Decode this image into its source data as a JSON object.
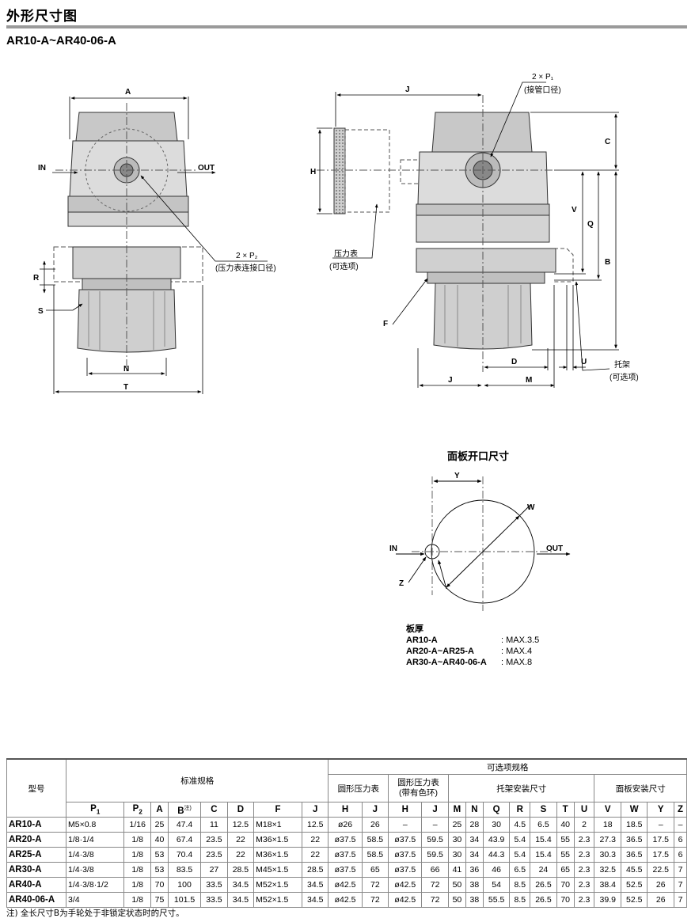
{
  "header": {
    "title": "外形尺寸图",
    "subtitle": "AR10-A~AR40-06-A"
  },
  "drawing": {
    "front": {
      "a": "A",
      "in": "IN",
      "out": "OUT",
      "r": "R",
      "s": "S",
      "n": "N",
      "t": "T",
      "p2": "2 × P₂",
      "p2_note": "(压力表连接口径)"
    },
    "side": {
      "j": "J",
      "h": "H",
      "c": "C",
      "v": "V",
      "q": "Q",
      "b": "B",
      "f": "F",
      "d": "D",
      "u": "U",
      "m": "M",
      "j2": "J",
      "p1": "2 × P₁",
      "p1_note": "(接管口径)",
      "gauge": "压力表",
      "gauge_note": "(可选项)",
      "bracket": "托架",
      "bracket_note": "(可选项)"
    },
    "panel": {
      "title": "面板开口尺寸",
      "y": "Y",
      "w": "W",
      "z": "Z",
      "in": "IN",
      "out": "OUT"
    }
  },
  "thickness": {
    "heading": "板厚",
    "rows": [
      {
        "model": "AR10-A",
        "value": ": MAX.3.5"
      },
      {
        "model": "AR20-A~AR25-A",
        "value": ": MAX.4"
      },
      {
        "model": "AR30-A~AR40-06-A",
        "value": ": MAX.8"
      }
    ]
  },
  "table": {
    "model_header": "型号",
    "std_header": "标准规格",
    "opt_header": "可选项规格",
    "round_gauge": "圆形压力表",
    "round_gauge_color": "圆形压力表\n(带有色环)",
    "bracket_dims": "托架安装尺寸",
    "panel_dims": "面板安装尺寸",
    "cols": [
      "P1",
      "P2",
      "A",
      "B",
      "C",
      "D",
      "F",
      "J",
      "H",
      "J",
      "H",
      "J",
      "M",
      "N",
      "Q",
      "R",
      "S",
      "T",
      "U",
      "V",
      "W",
      "Y",
      "Z"
    ],
    "b_note": "注)",
    "rows": [
      [
        "AR10-A",
        "M5×0.8",
        "1/16",
        "25",
        "47.4",
        "11",
        "12.5",
        "M18×1",
        "12.5",
        "ø26",
        "26",
        "–",
        "–",
        "25",
        "28",
        "30",
        "4.5",
        "6.5",
        "40",
        "2",
        "18",
        "18.5",
        "–",
        "–"
      ],
      [
        "AR20-A",
        "1/8·1/4",
        "1/8",
        "40",
        "67.4",
        "23.5",
        "22",
        "M36×1.5",
        "22",
        "ø37.5",
        "58.5",
        "ø37.5",
        "59.5",
        "30",
        "34",
        "43.9",
        "5.4",
        "15.4",
        "55",
        "2.3",
        "27.3",
        "36.5",
        "17.5",
        "6"
      ],
      [
        "AR25-A",
        "1/4·3/8",
        "1/8",
        "53",
        "70.4",
        "23.5",
        "22",
        "M36×1.5",
        "22",
        "ø37.5",
        "58.5",
        "ø37.5",
        "59.5",
        "30",
        "34",
        "44.3",
        "5.4",
        "15.4",
        "55",
        "2.3",
        "30.3",
        "36.5",
        "17.5",
        "6"
      ],
      [
        "AR30-A",
        "1/4·3/8",
        "1/8",
        "53",
        "83.5",
        "27",
        "28.5",
        "M45×1.5",
        "28.5",
        "ø37.5",
        "65",
        "ø37.5",
        "66",
        "41",
        "36",
        "46",
        "6.5",
        "24",
        "65",
        "2.3",
        "32.5",
        "45.5",
        "22.5",
        "7"
      ],
      [
        "AR40-A",
        "1/4·3/8·1/2",
        "1/8",
        "70",
        "100",
        "33.5",
        "34.5",
        "M52×1.5",
        "34.5",
        "ø42.5",
        "72",
        "ø42.5",
        "72",
        "50",
        "38",
        "54",
        "8.5",
        "26.5",
        "70",
        "2.3",
        "38.4",
        "52.5",
        "26",
        "7"
      ],
      [
        "AR40-06-A",
        "3/4",
        "1/8",
        "75",
        "101.5",
        "33.5",
        "34.5",
        "M52×1.5",
        "34.5",
        "ø42.5",
        "72",
        "ø42.5",
        "72",
        "50",
        "38",
        "55.5",
        "8.5",
        "26.5",
        "70",
        "2.3",
        "39.9",
        "52.5",
        "26",
        "7"
      ]
    ]
  },
  "footnote": "注) 全长尺寸B为手轮处于非锁定状态时的尺寸。"
}
